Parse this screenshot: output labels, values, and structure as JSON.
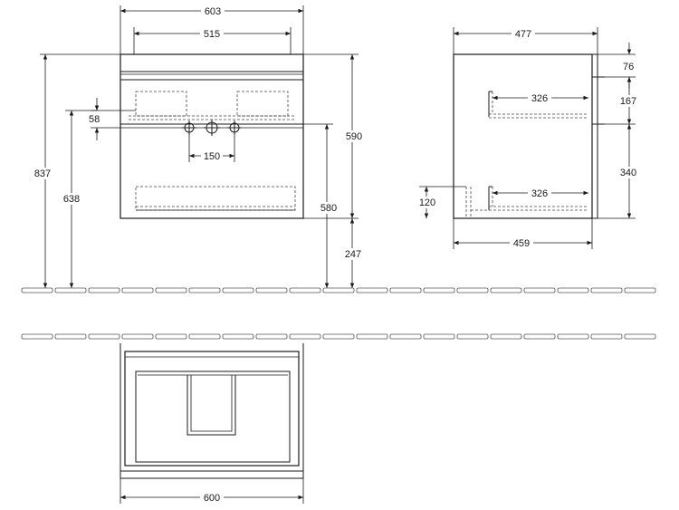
{
  "front_view": {
    "dims": {
      "overall_width": "603",
      "inner_width": "515",
      "top_offset": "58",
      "tap_spacing": "150",
      "total_height": "837",
      "tap_height": "638",
      "cabinet_height": "590",
      "drain_height": "580",
      "floor_clearance": "247"
    }
  },
  "side_view": {
    "dims": {
      "overall_depth": "477",
      "top_gap": "76",
      "upper_gap": "167",
      "upper_rail": "326",
      "lower_gap": "340",
      "lower_rail": "326",
      "rail_height": "120",
      "inner_depth": "459"
    }
  },
  "plan_view": {
    "dims": {
      "width": "600"
    }
  },
  "colors": {
    "line": "#1a1a1a",
    "hidden_line": "#444444"
  }
}
